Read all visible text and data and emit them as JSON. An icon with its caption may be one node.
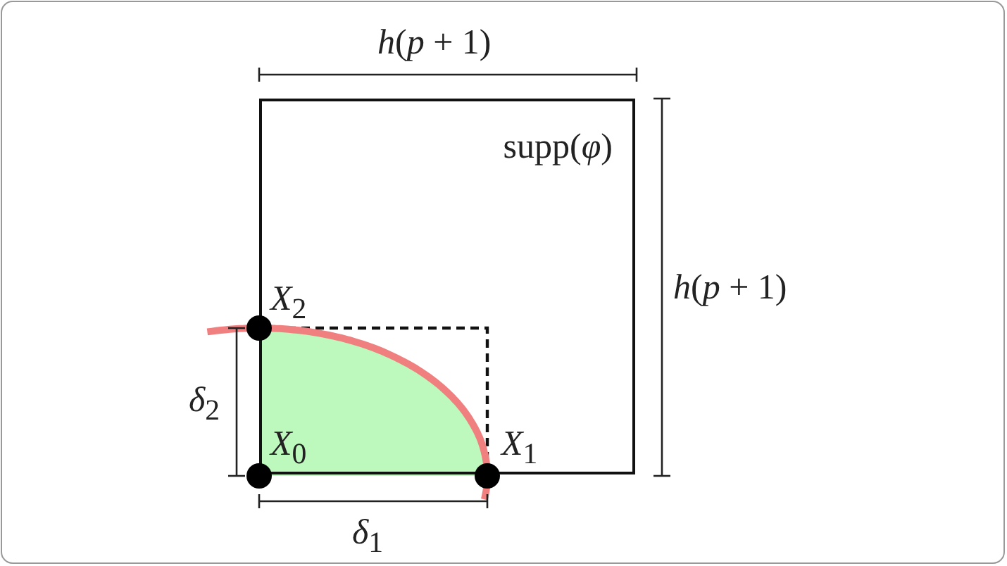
{
  "diagram": {
    "nodes": [
      {
        "text": [
          "supp(*φ*)"
        ]
      },
      {
        "text": [],
        "shape": "circle",
        "beside": [
          "*X*$_{2}$"
        ]
      },
      {
        "text": [],
        "shape": "circle",
        "beside": [
          "*X*$_{0}$"
        ]
      },
      {
        "text": [],
        "shape": "circle",
        "beside": [
          "*X*$_{1}$"
        ]
      }
    ],
    "labels": [
      "*h*(*p* + 1)",
      "*h*(*p* + 1)",
      "*δ*$_{2}$",
      "*δ*$_{1}$"
    ]
  }
}
